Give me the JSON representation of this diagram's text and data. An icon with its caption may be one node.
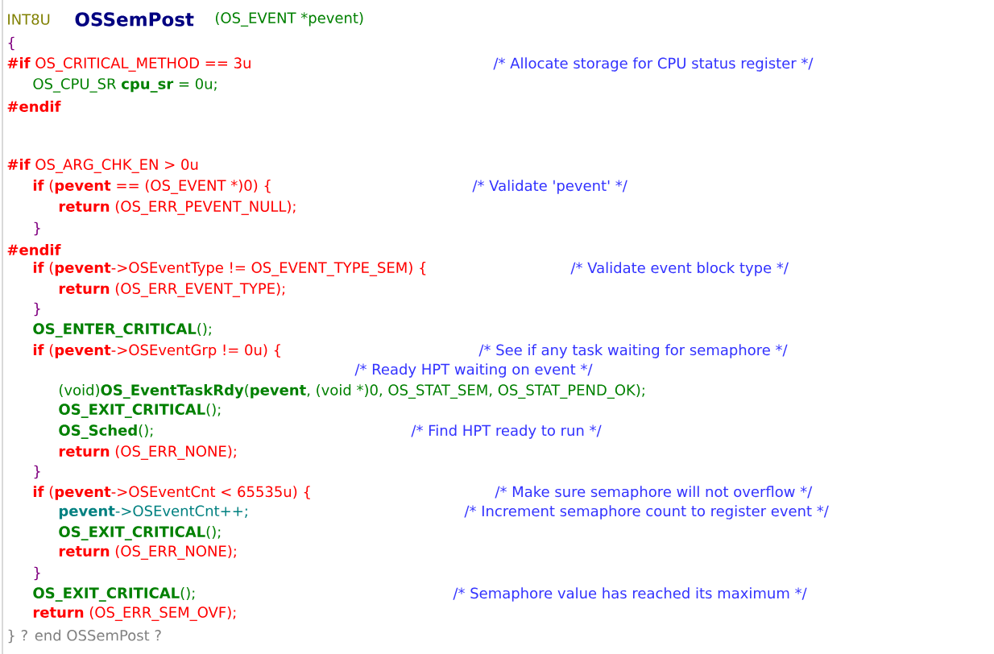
{
  "diagram": {
    "labels": [
      "INT8U",
      "OSSemPost",
      "(OS_EVENT *pevent)",
      "{",
      "**#if** OS_CRITICAL_METHOD == 3u",
      "/* Allocate storage for CPU status register */",
      "OS_CPU_SR **cpu_sr** = 0u;",
      "#endif",
      "**#if** OS_ARG_CHK_EN > 0u",
      "**if** (**pevent** == (OS_EVENT *)0) {",
      "/* Validate 'pevent' */",
      "**return** (OS_ERR_PEVENT_NULL);",
      "}",
      "#endif",
      "**if** (**pevent**->OSEventType != OS_EVENT_TYPE_SEM) {",
      "/* Validate event block type */",
      "**return** (OS_ERR_EVENT_TYPE);",
      "}",
      "**OS_ENTER_CRITICAL**();",
      "**if** (**pevent**->OSEventGrp != 0u) {",
      "/* See if any task waiting for semaphore */",
      "/* Ready HPT waiting on event */",
      "(void)**OS_EventTaskRdy**(**pevent**, (void *)0, OS_STAT_SEM, OS_STAT_PEND_OK);",
      "**OS_EXIT_CRITICAL**();",
      "**OS_Sched**();",
      "/* Find HPT ready to run */",
      "**return** (OS_ERR_NONE);",
      "}",
      "**if** (**pevent**->OSEventCnt < 65535u) {",
      "/* Make sure semaphore will not overflow */",
      "**pevent**->OSEventCnt++;",
      "/* Increment semaphore count to register event */",
      "**OS_EXIT_CRITICAL**();",
      "**return** (OS_ERR_NONE);",
      "}",
      "**OS_EXIT_CRITICAL**();",
      "/* Semaphore value has reached its maximum */",
      "**return** (OS_ERR_SEM_OVF);",
      "} ? end OSSemPost ?"
    ]
  }
}
